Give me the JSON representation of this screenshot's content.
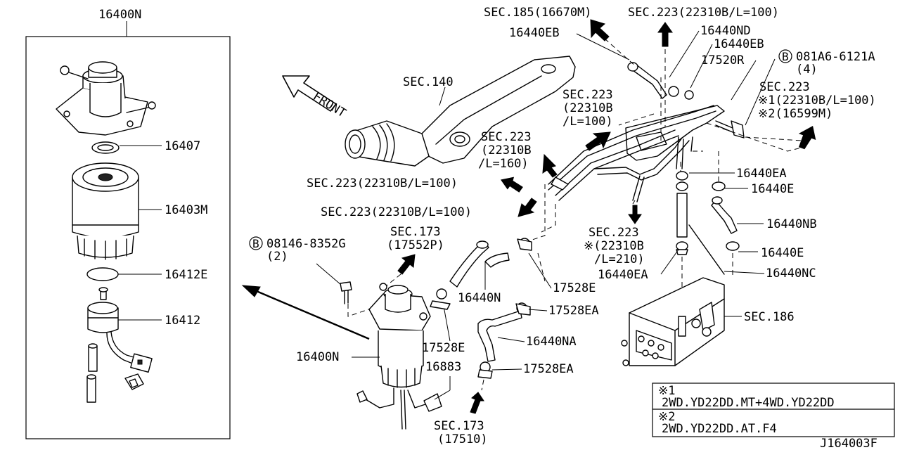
{
  "labels": {
    "inset_title": "16400N",
    "p16407": "16407",
    "p16403M": "16403M",
    "p16412E": "16412E",
    "p16412": "16412",
    "sec185": "SEC.185(16670M)",
    "sec223_top": "SEC.223(22310B/L=100)",
    "p16440ND": "16440ND",
    "p16440EB_left": "16440EB",
    "p16440EB_right": "16440EB",
    "p17520R": "17520R",
    "bolt_top_num": "081A6-6121A",
    "bolt_top_qty": "(4)",
    "sec223_right_1": "SEC.223",
    "sec223_right_2": "※1(22310B/L=100)",
    "sec223_right_3": "※2(16599M)",
    "sec140": "SEC.140",
    "front": "FRONT",
    "sec223_mid_1": "SEC.223",
    "sec223_mid_2": "(22310B",
    "sec223_mid_3": "/L=100)",
    "sec223_160_1": "SEC.223",
    "sec223_160_2": "(22310B",
    "sec223_160_3": "/L=160)",
    "sec223_left_a": "SEC.223(22310B/L=100)",
    "sec223_left_b": "SEC.223(22310B/L=100)",
    "p16440EA_top": "16440EA",
    "p16440E_top": "16440E",
    "p16440NB": "16440NB",
    "sec223_210_1": "SEC.223",
    "sec223_210_2": "※(22310B",
    "sec223_210_3": "/L=210)",
    "p16440E_bot": "16440E",
    "p16440EA_bot": "16440EA",
    "p16440NC": "16440NC",
    "bolt_left_num": "08146-8352G",
    "bolt_left_qty": "(2)",
    "sec173_top_1": "SEC.173",
    "sec173_top_2": "(17552P)",
    "p17528E_a": "17528E",
    "p16440N": "16440N",
    "p17528EA_a": "17528EA",
    "sec186": "SEC.186",
    "p17528E_b": "17528E",
    "p16440NA": "16440NA",
    "p16400N_main": "16400N",
    "p16883": "16883",
    "p17528EA_b": "17528EA",
    "sec173_bot_1": "SEC.173",
    "sec173_bot_2": "(17510)",
    "bolt_symbol": "B"
  },
  "notes": {
    "n1_mark": "※1",
    "n1_text": "2WD.YD22DD.MT+4WD.YD22DD",
    "n2_mark": "※2",
    "n2_text": "2WD.YD22DD.AT.F4"
  },
  "diagram_id": "J164003F"
}
